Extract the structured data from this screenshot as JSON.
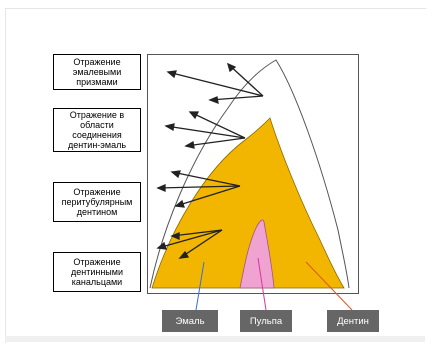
{
  "labels": {
    "enamel_prisms": "Отражение эмалевыми призмами",
    "dej": "Отражение в области соединения дентин-эмаль",
    "peritubular": "Отражение перитубулярным дентином",
    "tubules": "Отражение дентинными канальцами"
  },
  "tags": {
    "enamel": "Эмаль",
    "pulp": "Пульпа",
    "dentin": "Дентин"
  },
  "colors": {
    "dentin": "#f2b600",
    "pulp": "#f0a3d0",
    "enamel_pointer": "#3a6fd8",
    "pulp_pointer": "#d9379a",
    "dentin_pointer": "#e0552a",
    "tag_bg": "#666666"
  }
}
